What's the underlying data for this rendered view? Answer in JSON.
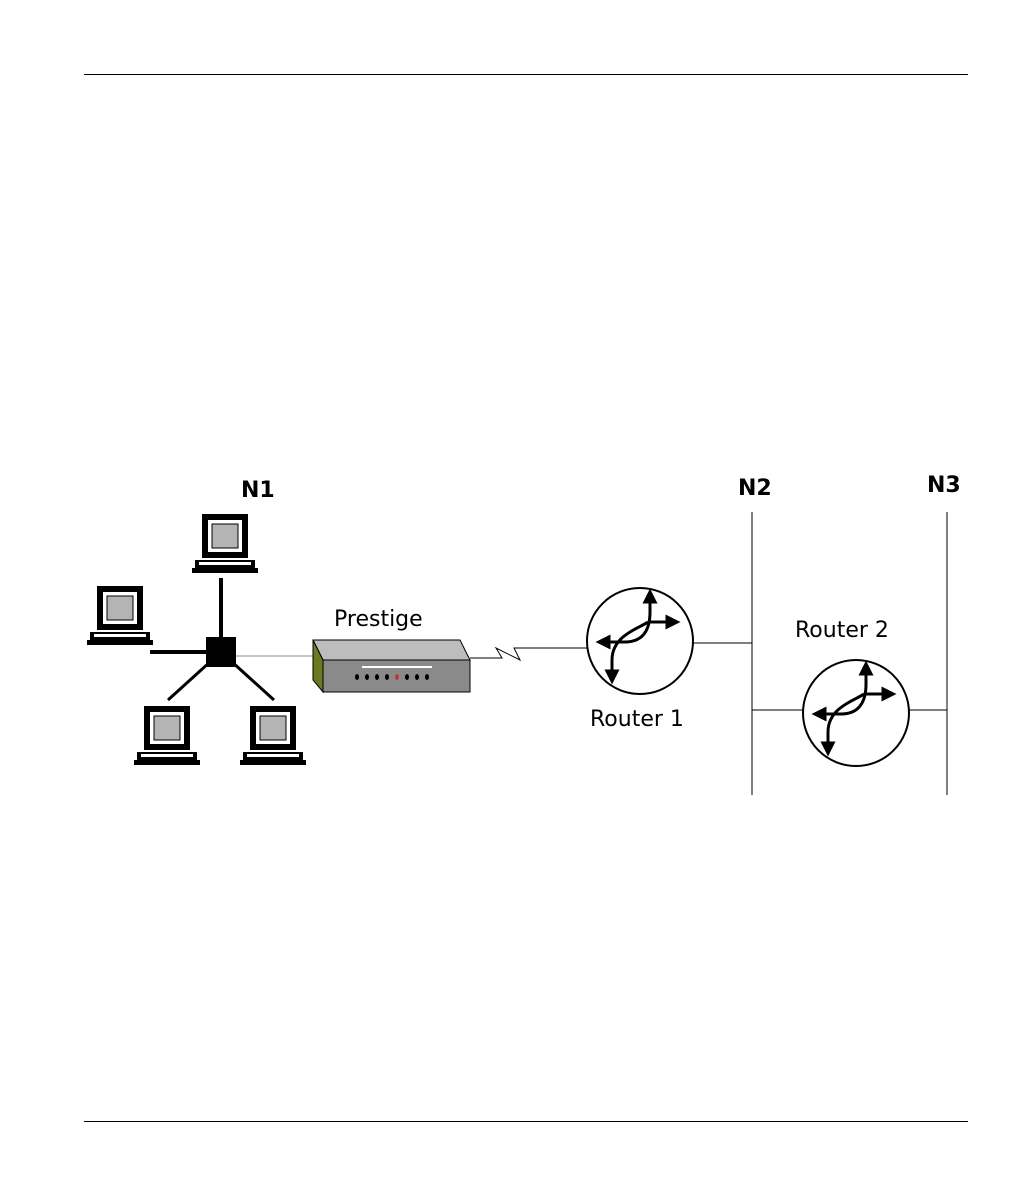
{
  "diagram": {
    "networks": [
      "N1",
      "N2",
      "N3"
    ],
    "devices": {
      "prestige": "Prestige",
      "router1": "Router 1",
      "router2": "Router 2"
    }
  },
  "colors": {
    "line": "#000000",
    "device_body": "#8a8a8a",
    "device_front": "#6b7a1e",
    "screen": "#b4b4b4",
    "led_red": "#c0392b"
  }
}
